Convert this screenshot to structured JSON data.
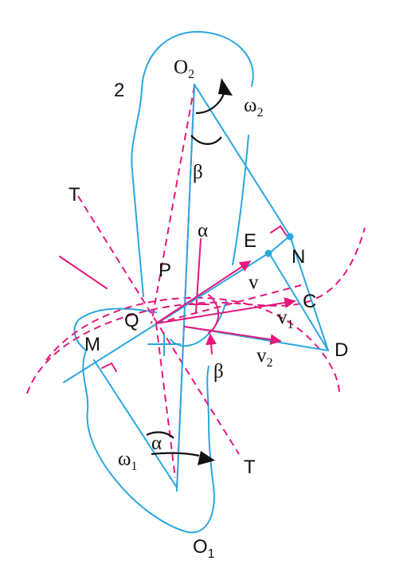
{
  "labels": {
    "o2_main": "O",
    "o2_sub": "2",
    "o1_main": "O",
    "o1_sub": "1",
    "gear2": "2",
    "omega2_main": "ω",
    "omega2_sub": "2",
    "omega1_main": "ω",
    "omega1_sub": "1",
    "beta_top": "β",
    "beta_bottom": "β",
    "alpha_top": "α",
    "alpha_bottom": "α",
    "t_top": "T",
    "t_bottom": "T",
    "p": "P",
    "q": "Q",
    "m": "M",
    "e": "E",
    "n": "N",
    "c": "C",
    "d": "D",
    "v": "v",
    "v1_main": "v",
    "v1_sub": "1",
    "v2_main": "v",
    "v2_sub": "2"
  },
  "colors": {
    "profile_blue": "#29a7df",
    "construction_pink": "#e5177b",
    "arrow_black": "#111111"
  }
}
